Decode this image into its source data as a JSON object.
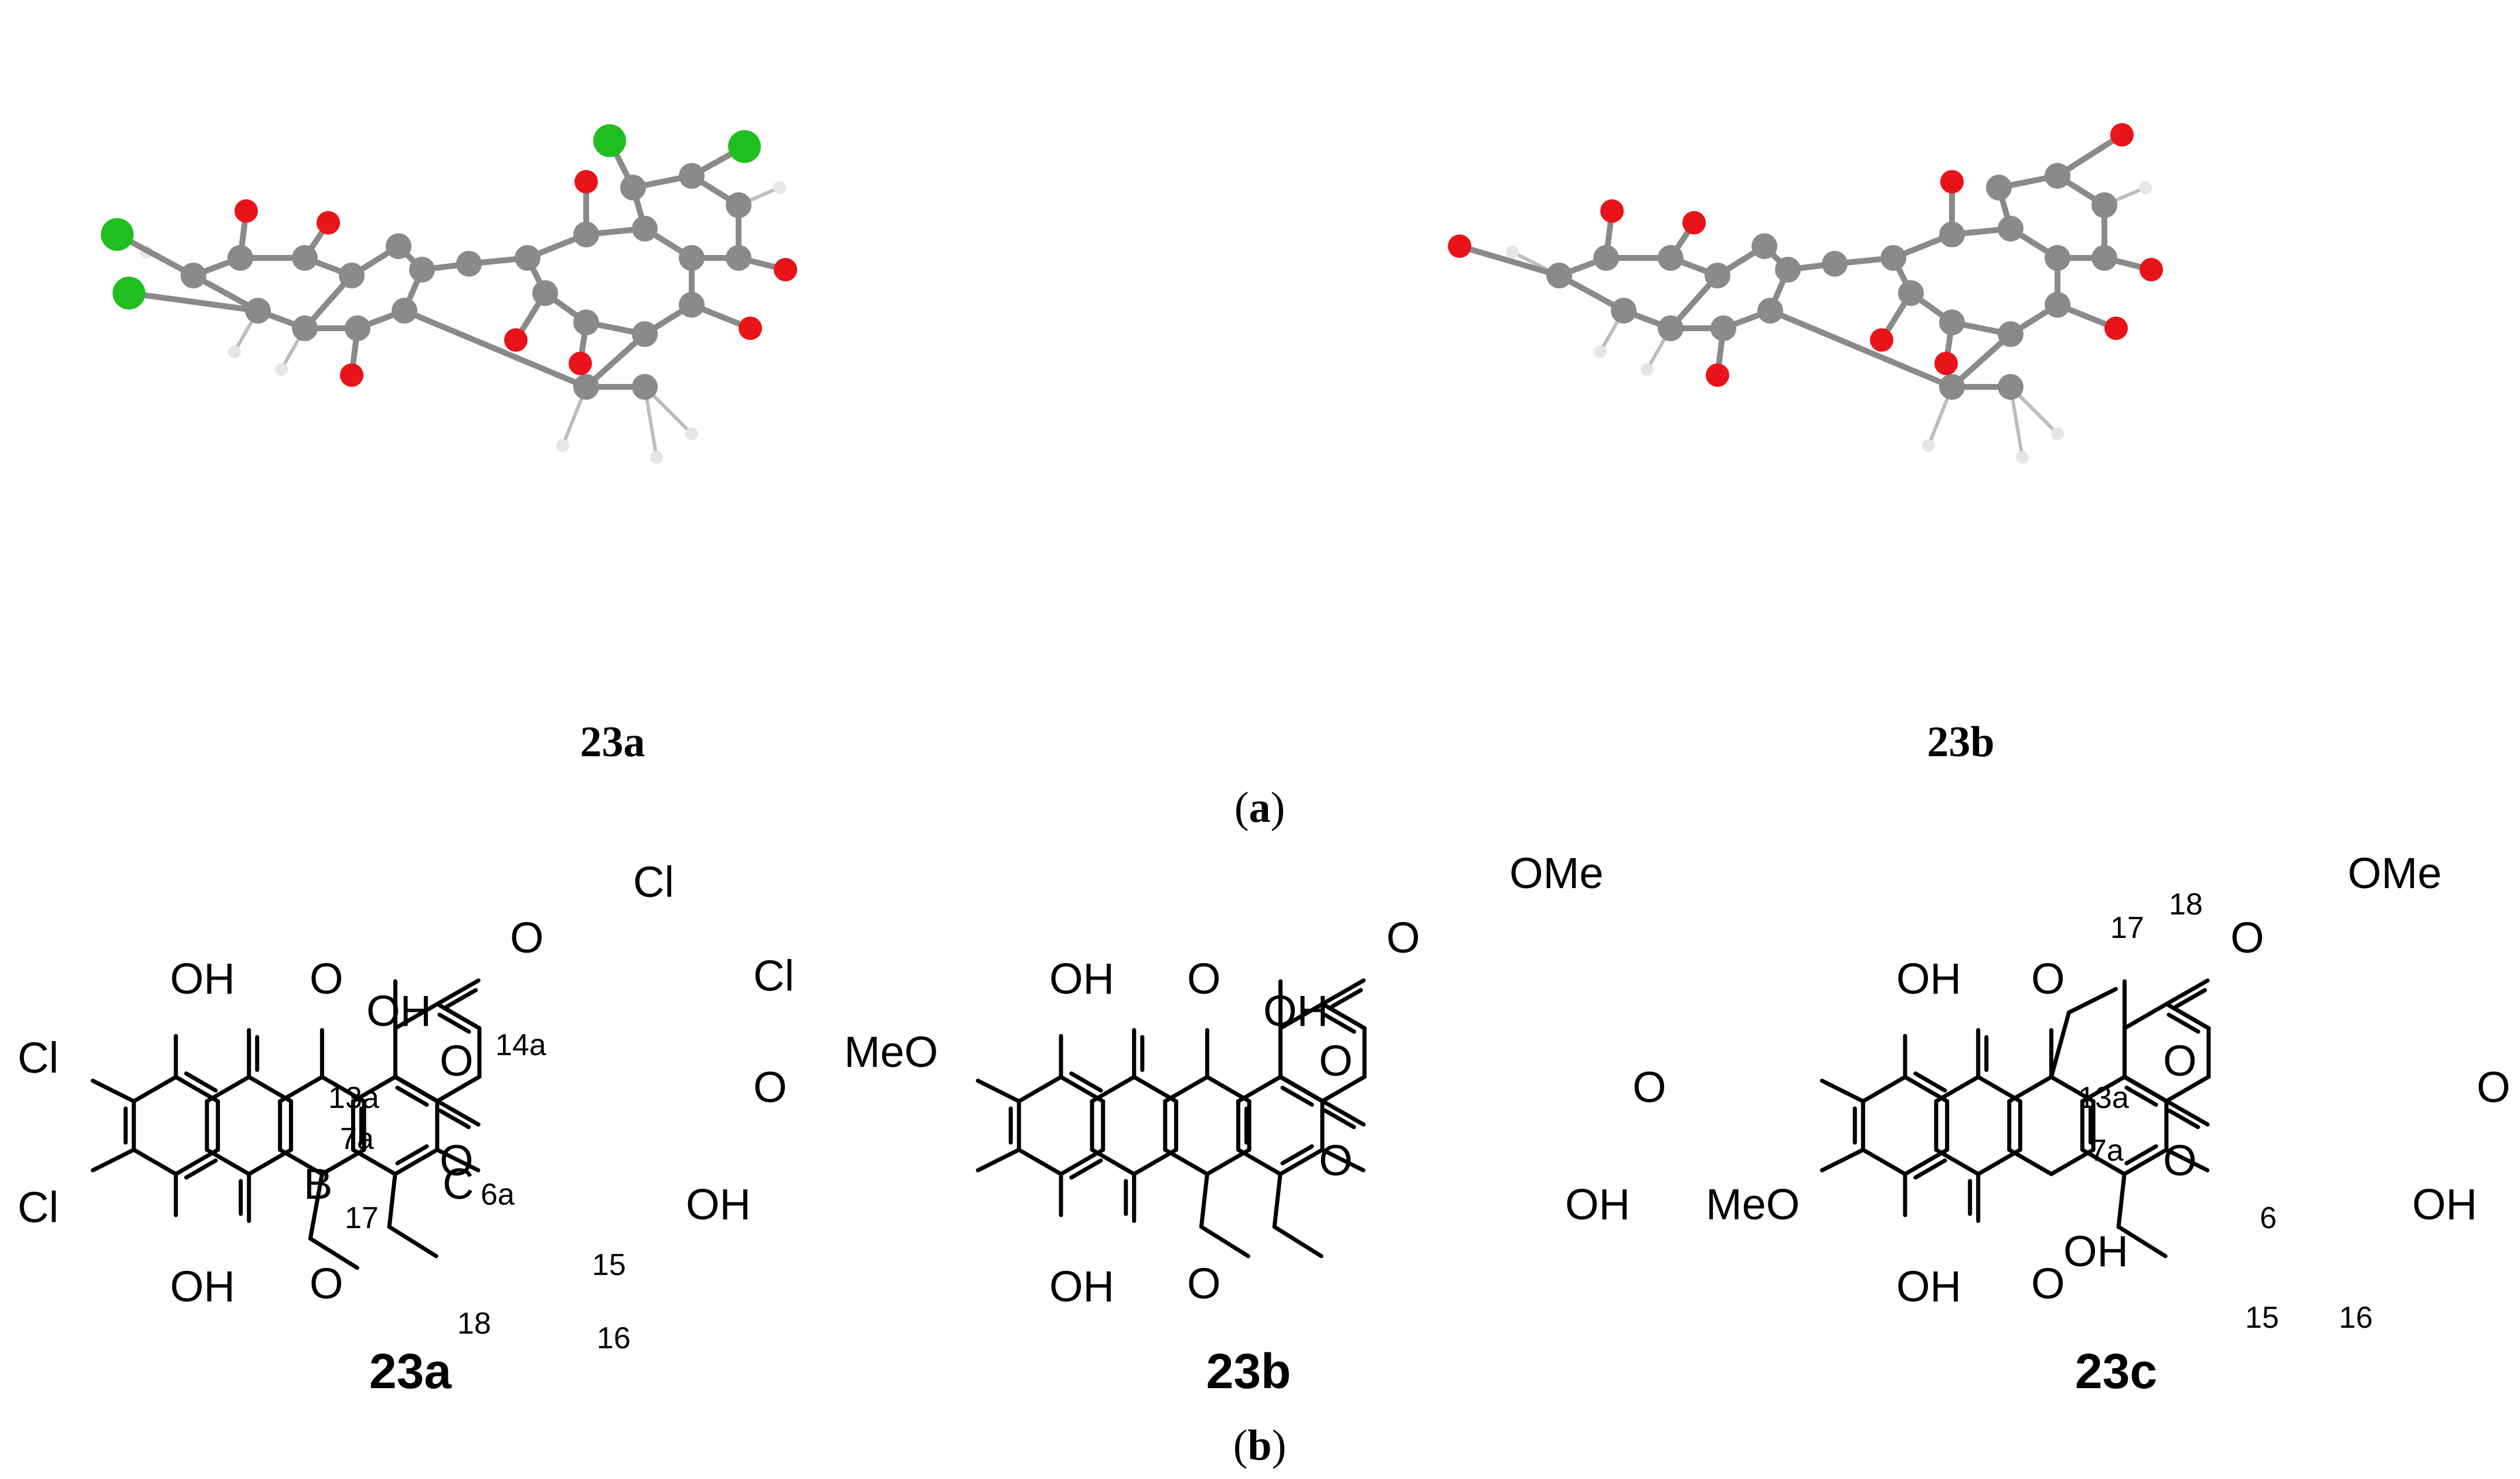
{
  "panel_a": {
    "models": [
      {
        "id": "23a",
        "label": "23a"
      },
      {
        "id": "23b",
        "label": "23b"
      }
    ],
    "caption": "(a)",
    "caption_letter": "a"
  },
  "panel_b": {
    "caption": "(b)",
    "caption_letter": "b",
    "structures": [
      {
        "id": "23a",
        "label": "23a",
        "atoms": {
          "cl1": "Cl",
          "cl2": "Cl",
          "cl3": "Cl",
          "cl4": "Cl",
          "oh1": "OH",
          "oh2": "OH",
          "oh3": "OH",
          "oh4": "OH",
          "o1": "O",
          "o2": "O",
          "o3": "O",
          "o4": "O",
          "o5": "O",
          "o6": "O"
        },
        "numbers": {
          "n13a": "13a",
          "n7a": "7a",
          "n14a": "14a",
          "n6a": "6a",
          "n17": "17",
          "n18": "18",
          "n15": "15",
          "n16": "16"
        },
        "rings": {
          "b": "B",
          "c": "C"
        }
      },
      {
        "id": "23b",
        "label": "23b",
        "atoms": {
          "ome1": "OMe",
          "ome2": "MeO",
          "oh1": "OH",
          "oh2": "OH",
          "oh3": "OH",
          "oh4": "OH",
          "o1": "O",
          "o2": "O",
          "o3": "O",
          "o4": "O",
          "o5": "O",
          "o6": "O"
        }
      },
      {
        "id": "23c",
        "label": "23c",
        "atoms": {
          "ome1": "OMe",
          "ome2": "MeO",
          "oh1": "OH",
          "oh2": "OH",
          "oh3": "OH",
          "oh4": "OH",
          "o1": "O",
          "o2": "O",
          "o3": "O",
          "o4": "O",
          "o5": "O",
          "o6": "O"
        },
        "numbers": {
          "n17": "17",
          "n18": "18",
          "n13a": "13a",
          "n7a": "7a",
          "n6": "6",
          "n15": "15",
          "n16": "16"
        }
      }
    ]
  },
  "colors": {
    "carbon": "#8a8a8a",
    "oxygen": "#e8141a",
    "chlorine": "#1fbf1f",
    "hydrogen": "#e6e6e6",
    "bond": "#000000"
  }
}
